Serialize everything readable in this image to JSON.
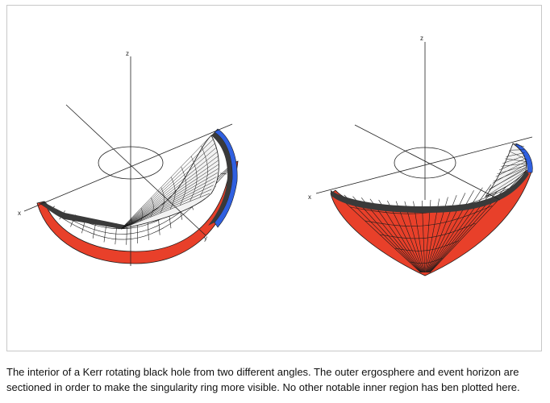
{
  "figure": {
    "left_view": {
      "axis_labels": {
        "z": "z",
        "x": "x",
        "y": "y"
      }
    },
    "right_view": {
      "axis_labels": {
        "z": "z",
        "x": "x"
      }
    },
    "colors": {
      "outer_surface": "#e8402a",
      "ergosphere_band": "#3060e0",
      "horizon_rim": "#3a3a3a",
      "inner_surface": "#f2f2f2",
      "mesh_lines": "#1a1a1a"
    }
  },
  "caption": {
    "text": "The interior of a Kerr rotating black hole from two different angles. The outer ergosphere and event horizon are sectioned in order to make the singularity ring more visible. No other notable inner region has ben plotted here."
  }
}
